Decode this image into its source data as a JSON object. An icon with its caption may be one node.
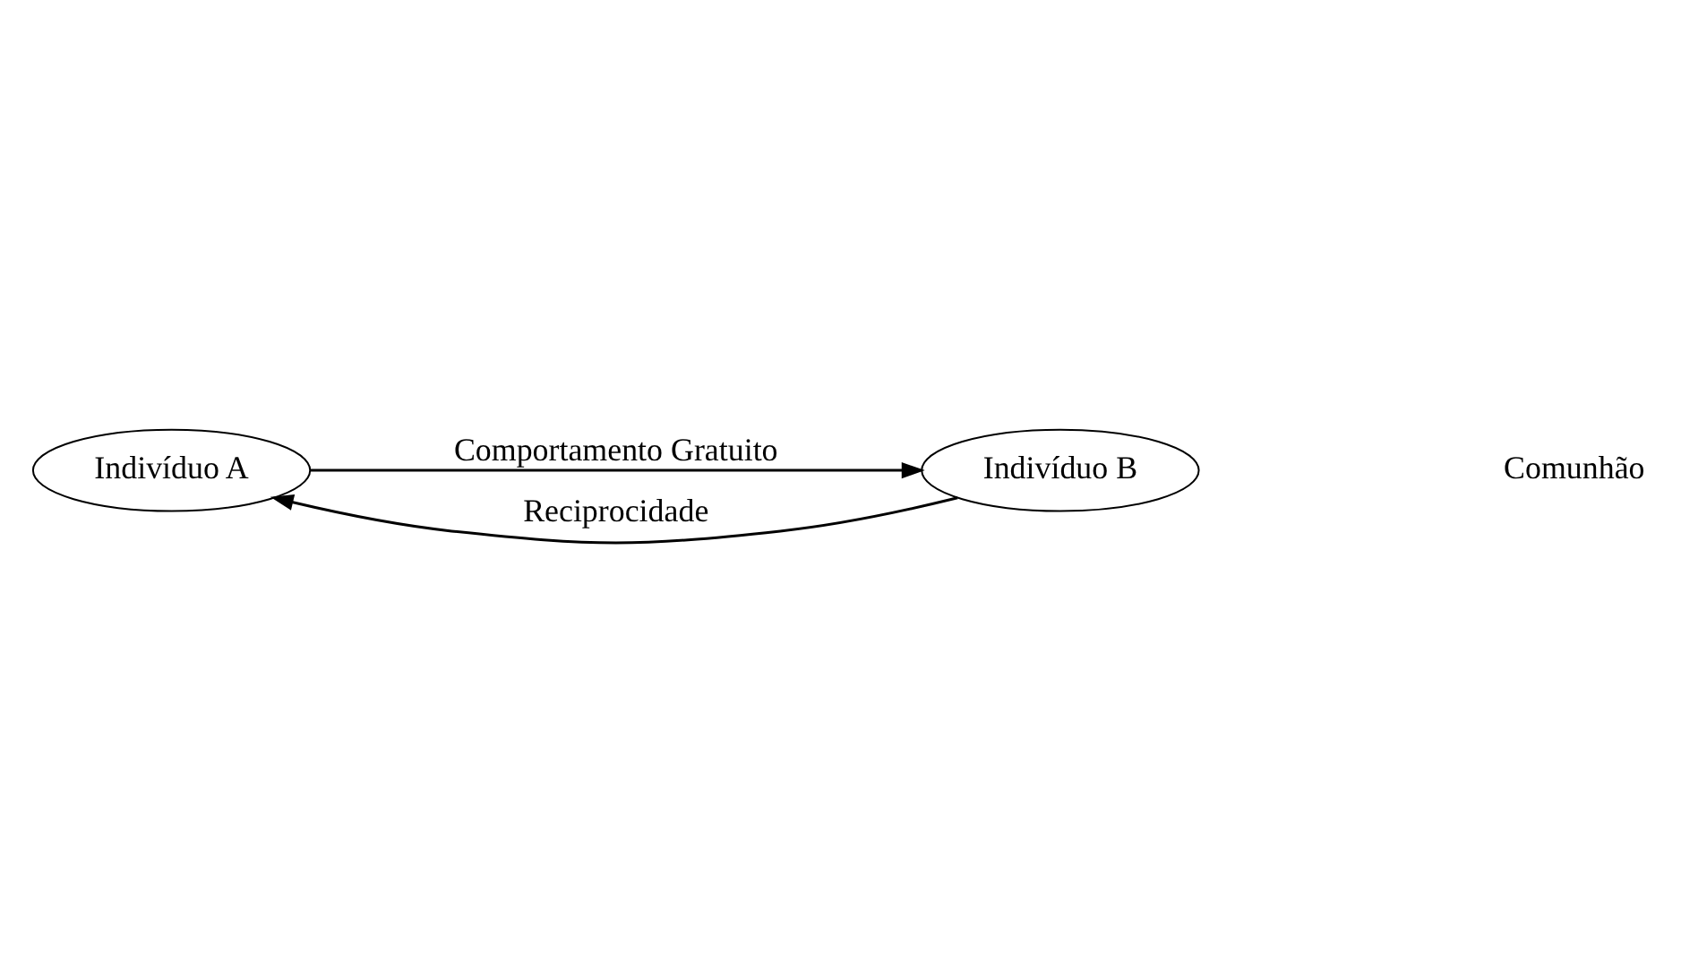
{
  "diagram": {
    "nodes": [
      {
        "text": [
          "Indivíduo A"
        ]
      },
      {
        "text": [
          "Indivíduo B"
        ]
      }
    ],
    "edges": [
      {
        "from": 0,
        "to": 1,
        "arrow": "to",
        "label": "Comportamento Gratuito"
      },
      {
        "from": 1,
        "to": 0,
        "arrow": "to",
        "label": "Reciprocidade"
      }
    ],
    "labels": [
      "Comunhão"
    ]
  }
}
